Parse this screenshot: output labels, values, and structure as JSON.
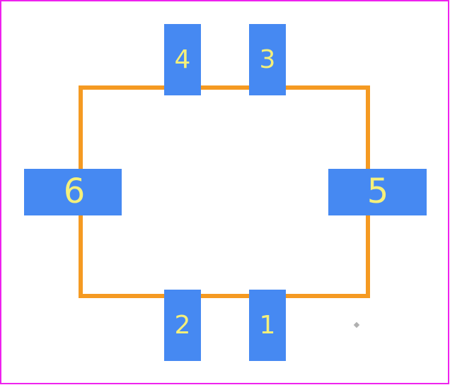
{
  "footprint": {
    "colors": {
      "board_border": "#ee22ee",
      "outline": "#f59a22",
      "pad": "#4689f2",
      "pad_label": "#f5f07a",
      "origin_marker": "#b0b0b0"
    },
    "pads": [
      {
        "id": "pad-1",
        "label": "1"
      },
      {
        "id": "pad-2",
        "label": "2"
      },
      {
        "id": "pad-3",
        "label": "3"
      },
      {
        "id": "pad-4",
        "label": "4"
      },
      {
        "id": "pad-5",
        "label": "5"
      },
      {
        "id": "pad-6",
        "label": "6"
      }
    ]
  }
}
